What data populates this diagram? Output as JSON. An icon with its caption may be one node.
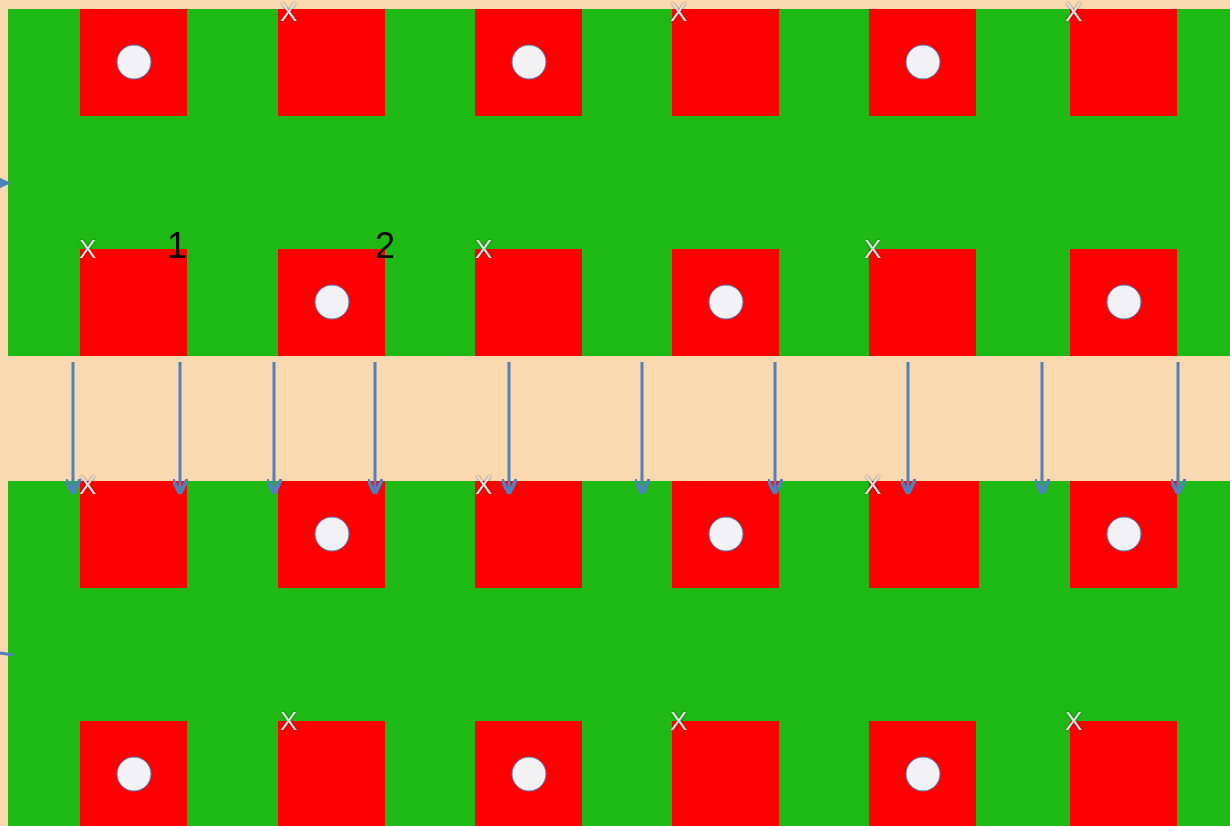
{
  "diagram": {
    "labels": [
      "X",
      "X",
      "X",
      "X",
      "1",
      "2",
      "X",
      "X",
      "X",
      "X",
      "X",
      "X",
      "X",
      "X"
    ]
  }
}
